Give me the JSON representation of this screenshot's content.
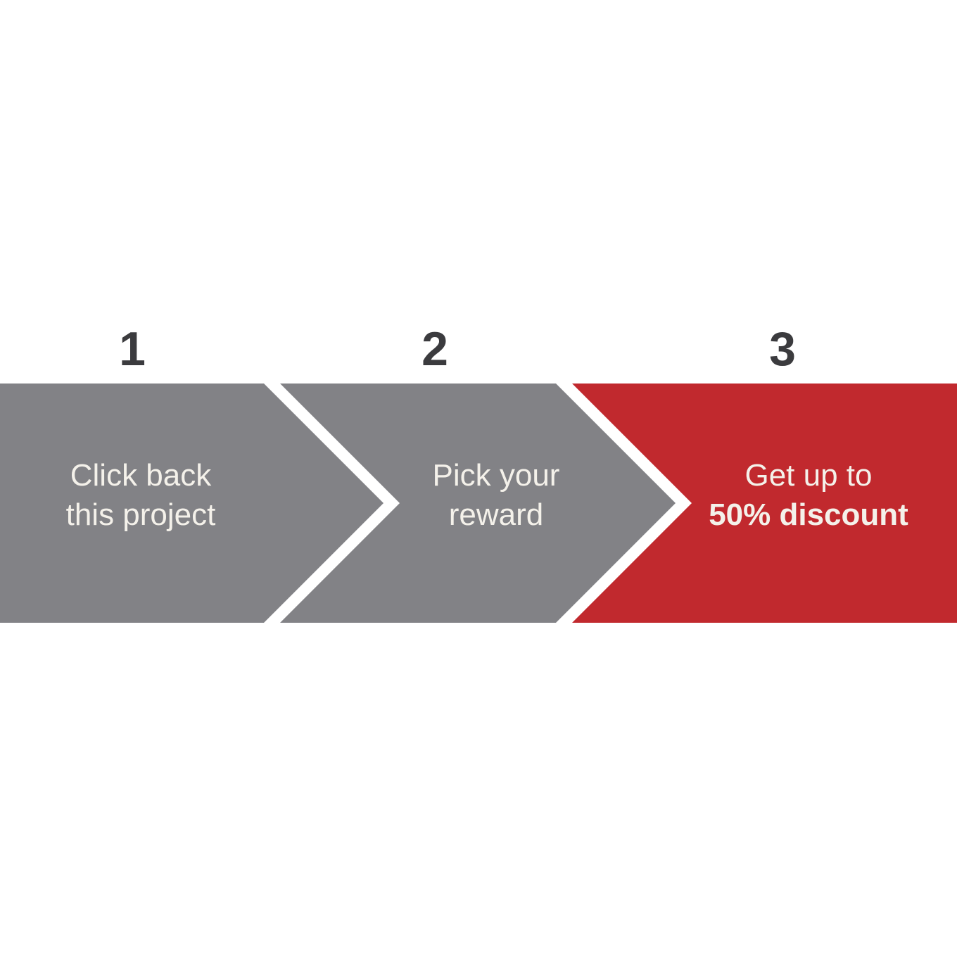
{
  "banner": {
    "title": "three-step promo process",
    "steps": [
      {
        "number": "1",
        "line1": "Click back",
        "line2": "this project"
      },
      {
        "number": "2",
        "line1": "Pick your",
        "line2": "reward"
      },
      {
        "number": "3",
        "line1": "Get up to",
        "line2": "50% discount"
      }
    ],
    "colors": {
      "gray": "#828286",
      "red": "#c1292e",
      "text_light": "#f4f1ea",
      "number_dark": "#3b3b3e",
      "background": "#ffffff"
    }
  }
}
